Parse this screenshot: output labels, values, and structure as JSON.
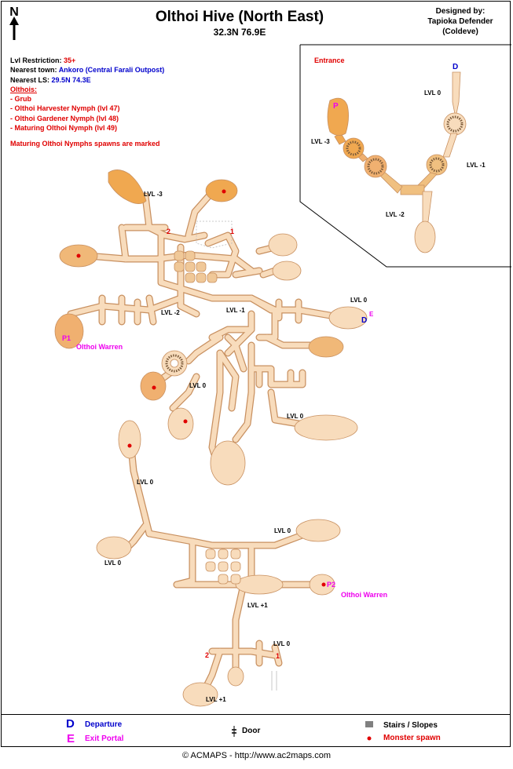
{
  "header": {
    "title": "Olthoi Hive (North East)",
    "coords": "32.3N 76.9E",
    "designer_label": "Designed by:",
    "designer_name": "Tapioka Defender",
    "designer_server": "(Coldeve)",
    "compass_letter": "N"
  },
  "info": {
    "restriction_label": "Lvl Restriction:",
    "restriction_value": "35+",
    "town_label": "Nearest town:",
    "town_value": "Ankoro (Central Farali Outpost)",
    "ls_label": "Nearest LS:",
    "ls_value": "29.5N 74.3E",
    "olthois_heading": "Olthois:",
    "olthois": [
      "- Grub",
      "- Olthoi Harvester Nymph (lvl 47)",
      "- Olthoi Gardener Nymph (lvl 48)",
      "- Maturing Olthoi Nymph (lvl 49)"
    ],
    "spawn_note": "Maturing Olthoi Nymphs spawns are marked"
  },
  "inset": {
    "entrance_label": "Entrance",
    "departure_marker": "D",
    "portal_marker": "P",
    "levels": [
      "LVL 0",
      "LVL -3",
      "LVL -1",
      "LVL -2"
    ]
  },
  "map_labels": {
    "lvl_m3": "LVL -3",
    "lvl_m2": "LVL -2",
    "lvl_m1": "LVL -1",
    "lvl_0": "LVL 0",
    "lvl_p1": "LVL +1",
    "warren": "Olthoi Warren",
    "p1": "P1",
    "p2": "P2",
    "d": "D",
    "e": "E",
    "one": "1",
    "two": "2"
  },
  "legend": {
    "departure_symbol": "D",
    "departure_label": "Departure",
    "exit_symbol": "E",
    "exit_label": "Exit Portal",
    "door_label": "Door",
    "stairs_label": "Stairs / Slopes",
    "spawn_label": "Monster spawn"
  },
  "footer": "© ACMAPS - http://www.ac2maps.com",
  "colors": {
    "lvl0": "#f8dcbc",
    "lvl_deep": "#f0a850",
    "cave_outline": "#c89060",
    "blue": "#0000cc",
    "red": "#e00000",
    "magenta": "#ee00ee"
  }
}
